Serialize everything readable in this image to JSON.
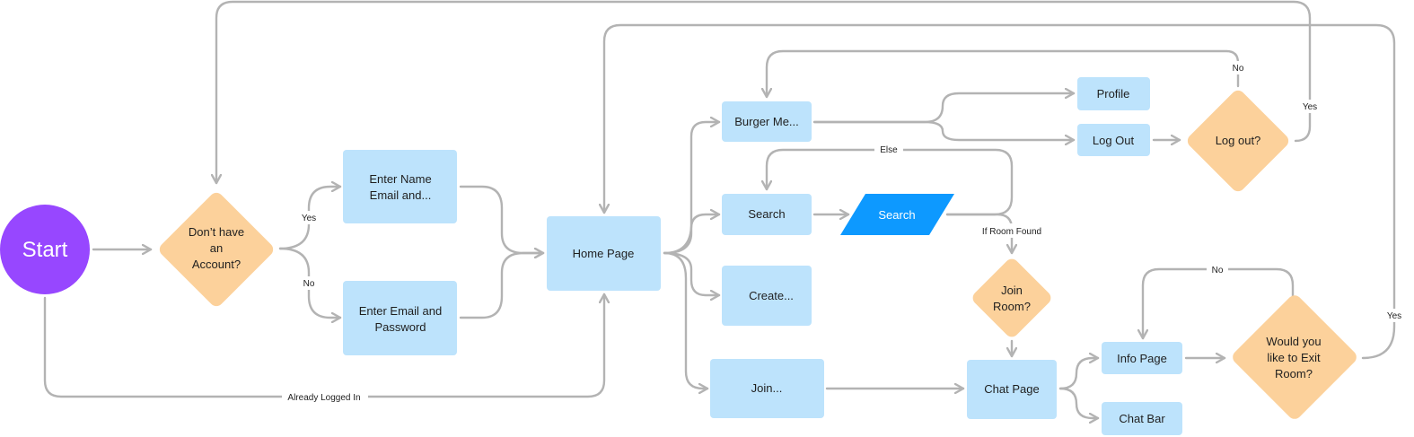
{
  "colors": {
    "process": "#bde3fc",
    "decision": "#fcd19b",
    "start": "#9747ff",
    "search_io": "#0d99ff",
    "connector": "#b3b3b3",
    "background": "#ffffff"
  },
  "nodes": {
    "start": {
      "label": "Start"
    },
    "account_decision": {
      "line1": "Don’t have",
      "line2": "an",
      "line3": "Account?"
    },
    "enter_name": {
      "line1": "Enter Name",
      "line2": "Email and..."
    },
    "enter_email": {
      "line1": "Enter Email and",
      "line2": "Password"
    },
    "home_page": {
      "label": "Home Page"
    },
    "burger_menu": {
      "label": "Burger Me..."
    },
    "search_box": {
      "label": "Search"
    },
    "create_box": {
      "label": "Create..."
    },
    "join_box": {
      "label": "Join..."
    },
    "search_io": {
      "label": "Search"
    },
    "profile": {
      "label": "Profile"
    },
    "log_out": {
      "label": "Log Out"
    },
    "logout_decision": {
      "label": "Log out?"
    },
    "join_room_decision": {
      "line1": "Join",
      "line2": "Room?"
    },
    "chat_page": {
      "label": "Chat Page"
    },
    "info_page": {
      "label": "Info Page"
    },
    "chat_bar": {
      "label": "Chat Bar"
    },
    "exit_decision": {
      "line1": "Would you",
      "line2": "like to Exit",
      "line3": "Room?"
    }
  },
  "edge_labels": {
    "yes_account": "Yes",
    "no_account": "No",
    "already_logged_in": "Already Logged In",
    "else": "Else",
    "if_room_found": "If Room Found",
    "logout_no": "No",
    "logout_yes": "Yes",
    "exit_no": "No",
    "exit_yes": "Yes"
  }
}
